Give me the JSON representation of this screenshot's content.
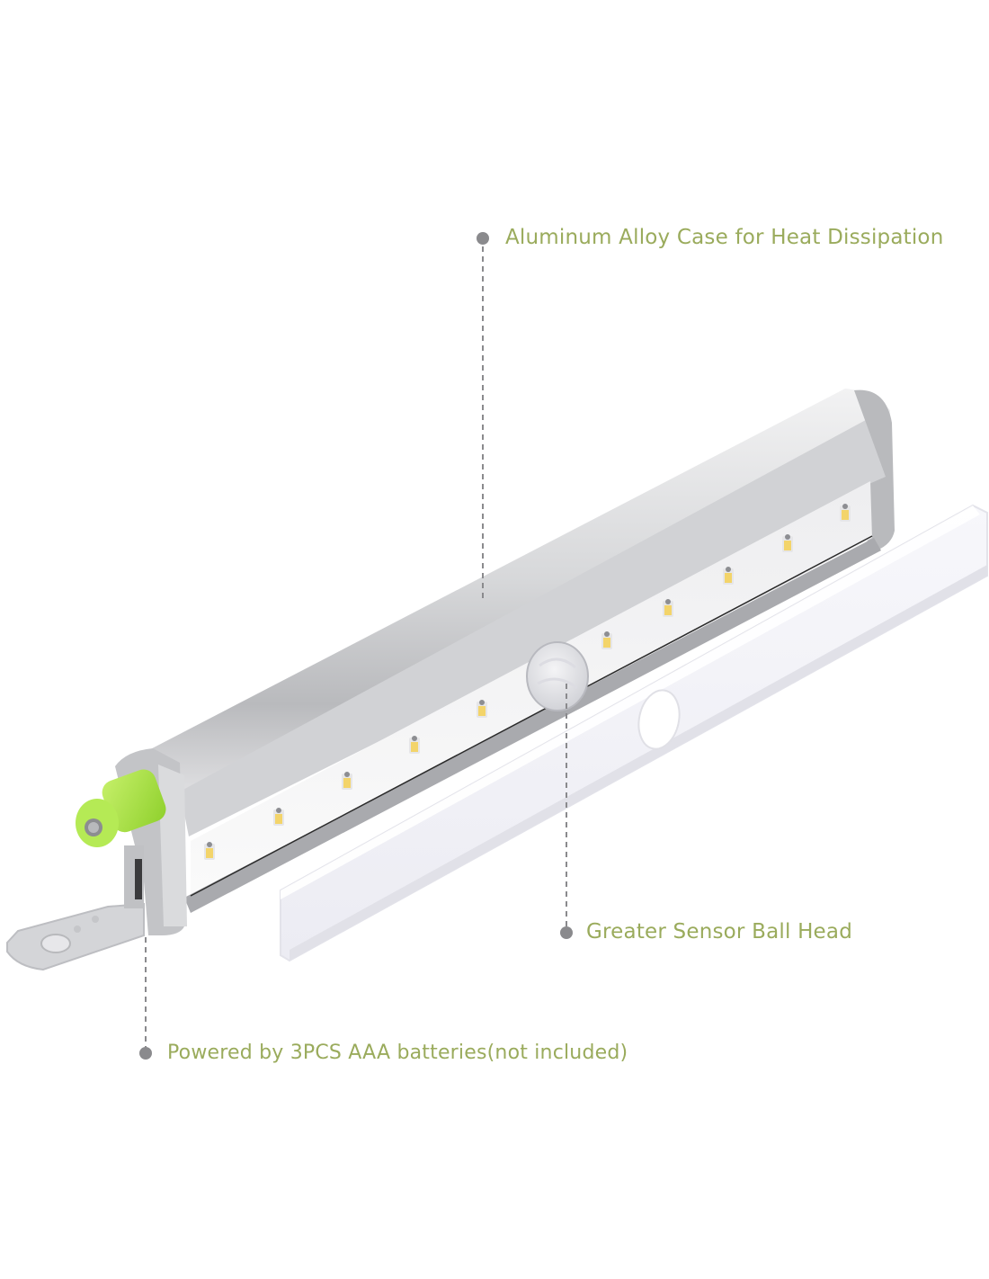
{
  "colors": {
    "label_text": "#9aab5c",
    "callout_dot": "#8a8a8d",
    "leader_line": "#8a8a8d",
    "led_yellow": "#f3d46a",
    "end_cap_green": "#a6e040",
    "aluminum": "#c9cacd",
    "background": "#ffffff"
  },
  "callouts": [
    {
      "id": "case",
      "text": "Aluminum Alloy Case for Heat Dissipation"
    },
    {
      "id": "sensor",
      "text": "Greater Sensor Ball Head"
    },
    {
      "id": "battery",
      "text": "Powered by 3PCS AAA batteries(not included)"
    }
  ],
  "product": {
    "led_count": 10,
    "parts": [
      "aluminum-case",
      "led-strip",
      "pir-sensor-ball-head",
      "battery-end-cap",
      "mounting-bracket",
      "diffuser-cover"
    ]
  }
}
